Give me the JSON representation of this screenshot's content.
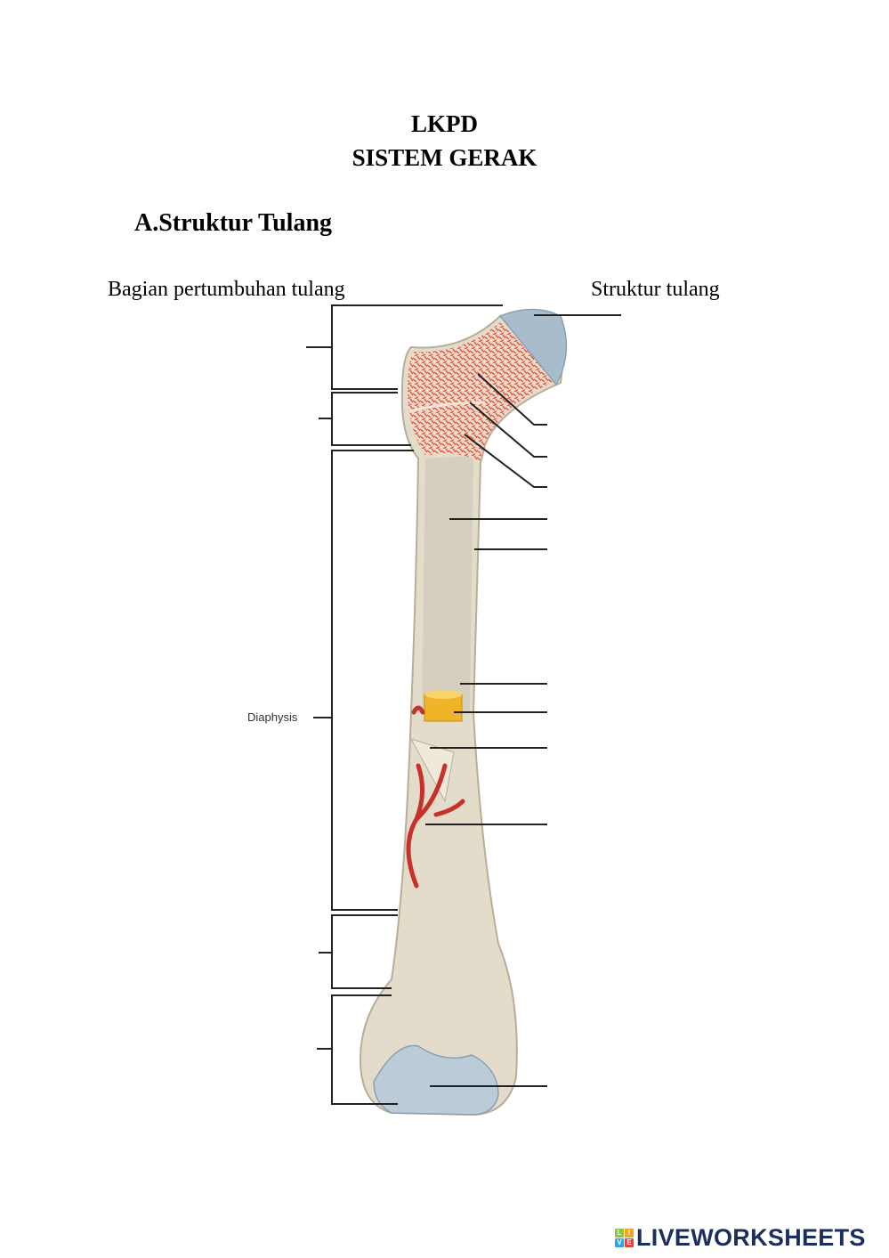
{
  "header": {
    "title_line1": "LKPD",
    "title_line2": "SISTEM GERAK"
  },
  "section": {
    "heading": "A.Struktur Tulang"
  },
  "columns": {
    "left_label": "Bagian pertumbuhan tulang",
    "right_label": "Struktur tulang"
  },
  "figure": {
    "diaphysis_label": "Diaphysis"
  },
  "footer": {
    "logo_text": "LIVEWORKSHEETS",
    "logo_letters": [
      "L",
      "I",
      "V",
      "E"
    ],
    "logo_colors": [
      "#8dc63f",
      "#f7a21b",
      "#29a8e0",
      "#e8413c"
    ]
  }
}
